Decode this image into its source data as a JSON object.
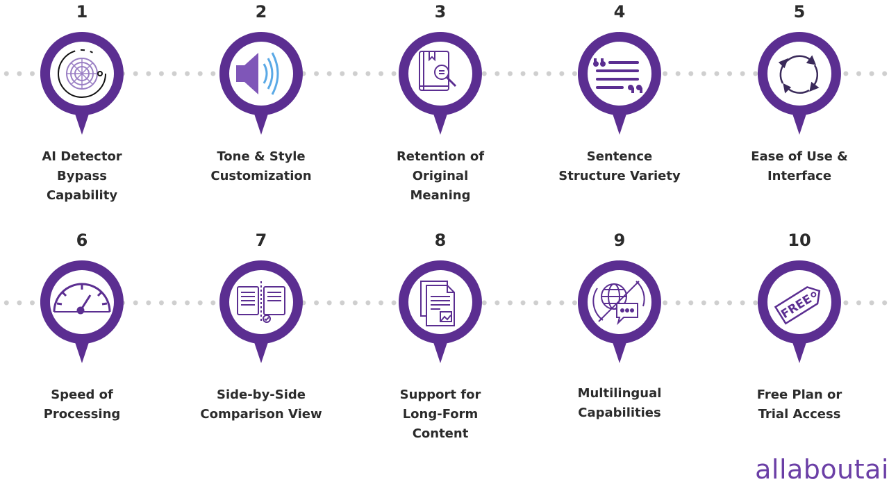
{
  "accent_color": "#5b2e91",
  "items": [
    {
      "number": "1",
      "label_lines": [
        "AI Detector",
        "Bypass",
        "Capability"
      ],
      "icon": "ai-detector-icon"
    },
    {
      "number": "2",
      "label_lines": [
        "Tone & Style",
        "Customization"
      ],
      "icon": "speaker-icon"
    },
    {
      "number": "3",
      "label_lines": [
        "Retention of",
        "Original",
        "Meaning"
      ],
      "icon": "book-magnifier-icon"
    },
    {
      "number": "4",
      "label_lines": [
        "Sentence",
        "Structure Variety"
      ],
      "icon": "quote-lines-icon"
    },
    {
      "number": "5",
      "label_lines": [
        "Ease of Use &",
        "Interface"
      ],
      "icon": "circular-arrows-icon"
    },
    {
      "number": "6",
      "label_lines": [
        "Speed of",
        "Processing"
      ],
      "icon": "speedometer-icon"
    },
    {
      "number": "7",
      "label_lines": [
        "Side-by-Side",
        "Comparison View"
      ],
      "icon": "open-book-compare-icon"
    },
    {
      "number": "8",
      "label_lines": [
        "Support for",
        "Long-Form",
        "Content"
      ],
      "icon": "document-stack-icon"
    },
    {
      "number": "9",
      "label_lines": [
        "Multilingual",
        "Capabilities"
      ],
      "icon": "globe-chat-icon"
    },
    {
      "number": "10",
      "label_lines": [
        "Free Plan or",
        "Trial Access"
      ],
      "icon": "free-tag-icon"
    }
  ],
  "brand": "allaboutai"
}
